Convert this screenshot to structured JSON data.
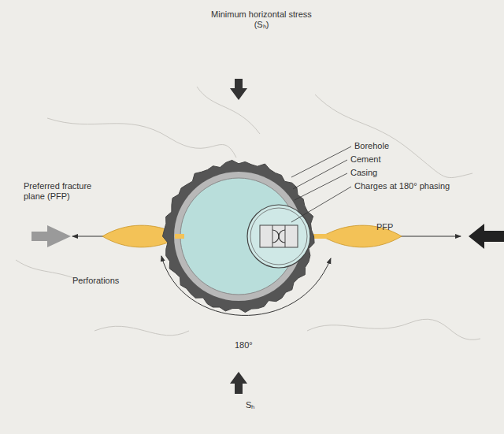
{
  "diagram": {
    "labels": [
      "Minimum horizontal stress (Sₕ)",
      "Borehole",
      "Cement",
      "Casing",
      "Charges at 180° phasing",
      "Preferred fracture plane (PFP)",
      "Perforations",
      "PFP",
      "180°",
      "Sₕ"
    ]
  }
}
